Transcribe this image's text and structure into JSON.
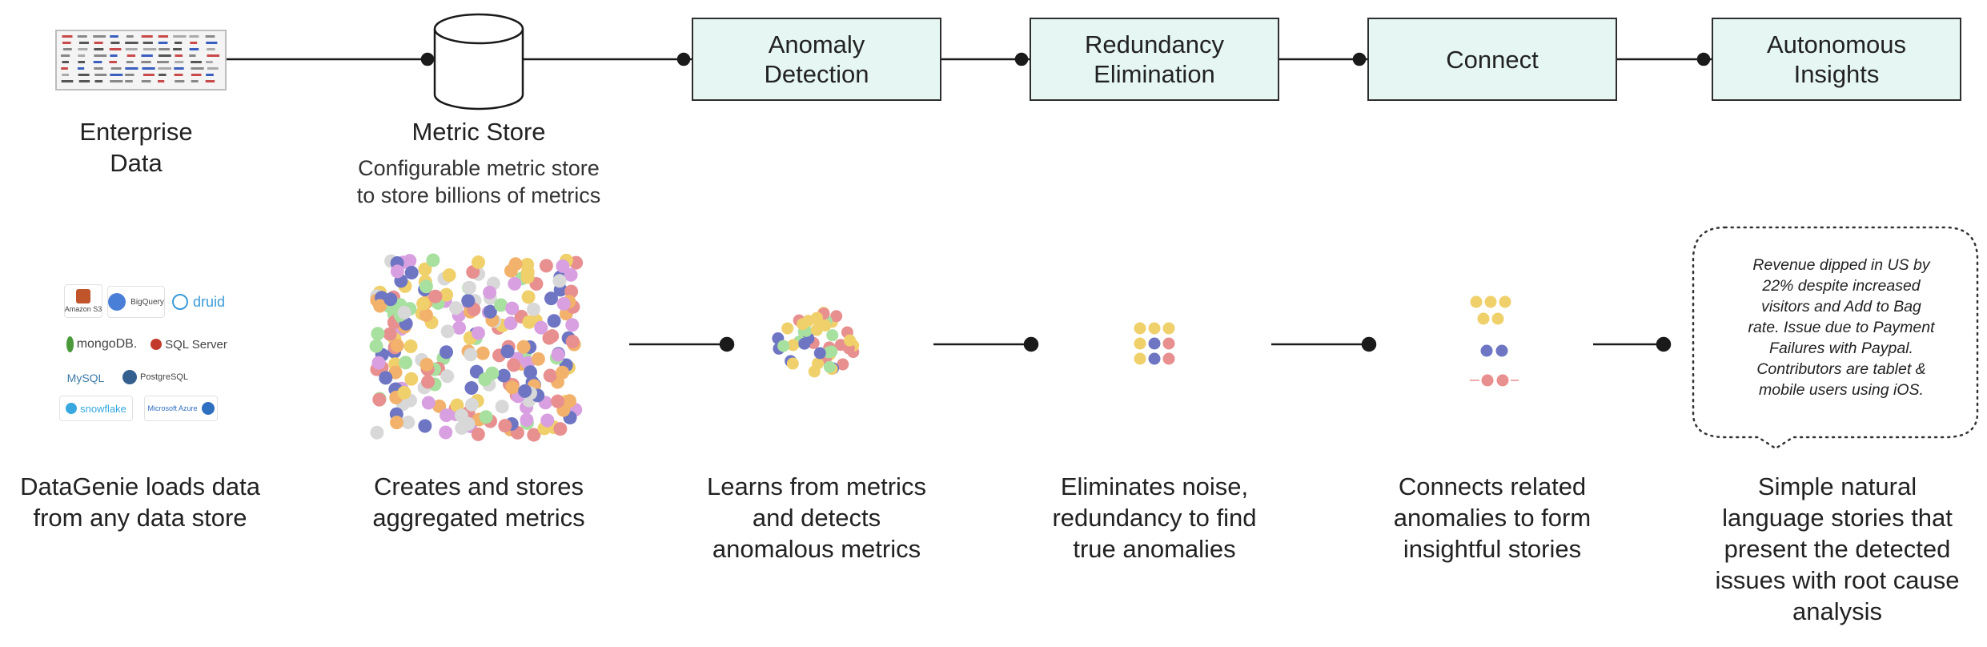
{
  "stages": [
    {
      "label": "Anomaly\nDetection"
    },
    {
      "label": "Redundancy\nElimination"
    },
    {
      "label": "Connect"
    },
    {
      "label": "Autonomous\nInsights"
    }
  ],
  "sources": {
    "enterprise_label": "Enterprise\nData",
    "metric_store_label": "Metric Store",
    "metric_store_desc": "Configurable metric store\nto store billions of metrics"
  },
  "logos": [
    {
      "label": "Amazon S3",
      "color": "#c0552b"
    },
    {
      "label": "BigQuery",
      "color": "#4a7fd8"
    },
    {
      "label": "druid",
      "color": "#3a9bd8"
    },
    {
      "label": "mongoDB.",
      "color": "#4a9a3c"
    },
    {
      "label": "SQL Server",
      "color": "#c23a2b"
    },
    {
      "label": "MySQL",
      "color": "#3d7aa8"
    },
    {
      "label": "PostgreSQL",
      "color": "#33608f"
    },
    {
      "label": "snowflake",
      "color": "#38a8df"
    },
    {
      "label": "Microsoft Azure",
      "color": "#2f6fc0"
    }
  ],
  "captions": [
    "DataGenie loads data\nfrom any data store",
    "Creates and stores\naggregated metrics",
    "Learns from metrics\nand detects\nanomalous metrics",
    "Eliminates noise,\nredundancy to find\ntrue anomalies",
    "Connects related\nanomalies to form\ninsightful stories",
    "Simple natural\nlanguage stories that\npresent the detected\nissues with root cause\nanalysis"
  ],
  "insight_text": "Revenue dipped in US by\n22% despite increased\nvisitors and Add to Bag\nrate. Issue due to Payment\nFailures with Paypal.\nContributors are tablet &\nmobile users using iOS.",
  "colors": {
    "box_fill": "#e6f7f3",
    "line": "#1a1a1a",
    "dot_palette": [
      "#e88f8f",
      "#6e76c4",
      "#efd06a",
      "#a8e0a0",
      "#d8d8d8",
      "#d8a0e0",
      "#f2b26b"
    ]
  }
}
